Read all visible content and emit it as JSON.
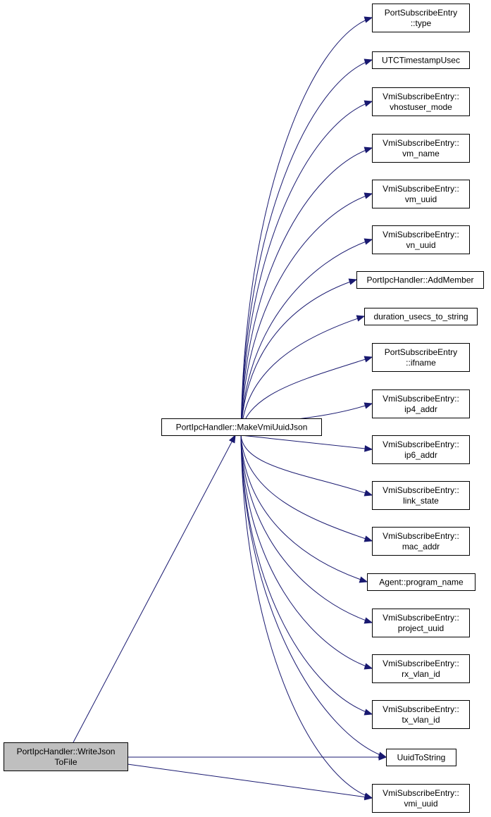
{
  "graph": {
    "root": {
      "id": "write",
      "lines": [
        "PortIpcHandler::WriteJson",
        "ToFile"
      ]
    },
    "middle": {
      "id": "make",
      "lines": [
        "PortIpcHandler::MakeVmiUuidJson"
      ]
    },
    "callees": [
      {
        "id": "type",
        "lines": [
          "PortSubscribeEntry",
          "::type"
        ]
      },
      {
        "id": "utc",
        "lines": [
          "UTCTimestampUsec"
        ]
      },
      {
        "id": "vhost",
        "lines": [
          "VmiSubscribeEntry::",
          "vhostuser_mode"
        ]
      },
      {
        "id": "vmname",
        "lines": [
          "VmiSubscribeEntry::",
          "vm_name"
        ]
      },
      {
        "id": "vmuuid",
        "lines": [
          "VmiSubscribeEntry::",
          "vm_uuid"
        ]
      },
      {
        "id": "vnuuid",
        "lines": [
          "VmiSubscribeEntry::",
          "vn_uuid"
        ]
      },
      {
        "id": "addmember",
        "lines": [
          "PortIpcHandler::AddMember"
        ]
      },
      {
        "id": "duration",
        "lines": [
          "duration_usecs_to_string"
        ]
      },
      {
        "id": "ifname",
        "lines": [
          "PortSubscribeEntry",
          "::ifname"
        ]
      },
      {
        "id": "ip4",
        "lines": [
          "VmiSubscribeEntry::",
          "ip4_addr"
        ]
      },
      {
        "id": "ip6",
        "lines": [
          "VmiSubscribeEntry::",
          "ip6_addr"
        ]
      },
      {
        "id": "link",
        "lines": [
          "VmiSubscribeEntry::",
          "link_state"
        ]
      },
      {
        "id": "mac",
        "lines": [
          "VmiSubscribeEntry::",
          "mac_addr"
        ]
      },
      {
        "id": "program",
        "lines": [
          "Agent::program_name"
        ]
      },
      {
        "id": "project",
        "lines": [
          "VmiSubscribeEntry::",
          "project_uuid"
        ]
      },
      {
        "id": "rxvlan",
        "lines": [
          "VmiSubscribeEntry::",
          "rx_vlan_id"
        ]
      },
      {
        "id": "txvlan",
        "lines": [
          "VmiSubscribeEntry::",
          "tx_vlan_id"
        ]
      },
      {
        "id": "uuidtostring",
        "lines": [
          "UuidToString"
        ]
      },
      {
        "id": "vmiuuid",
        "lines": [
          "VmiSubscribeEntry::",
          "vmi_uuid"
        ]
      }
    ],
    "edges": [
      [
        "write",
        "make"
      ],
      [
        "write",
        "uuidtostring"
      ],
      [
        "write",
        "vmiuuid"
      ],
      [
        "make",
        "type"
      ],
      [
        "make",
        "utc"
      ],
      [
        "make",
        "vhost"
      ],
      [
        "make",
        "vmname"
      ],
      [
        "make",
        "vmuuid"
      ],
      [
        "make",
        "vnuuid"
      ],
      [
        "make",
        "addmember"
      ],
      [
        "make",
        "duration"
      ],
      [
        "make",
        "ifname"
      ],
      [
        "make",
        "ip4"
      ],
      [
        "make",
        "ip6"
      ],
      [
        "make",
        "link"
      ],
      [
        "make",
        "mac"
      ],
      [
        "make",
        "program"
      ],
      [
        "make",
        "project"
      ],
      [
        "make",
        "rxvlan"
      ],
      [
        "make",
        "txvlan"
      ],
      [
        "make",
        "uuidtostring"
      ],
      [
        "make",
        "vmiuuid"
      ]
    ],
    "colors": {
      "edge": "#191970",
      "root_fill": "#bfbfbf",
      "node_fill": "#ffffff"
    }
  }
}
